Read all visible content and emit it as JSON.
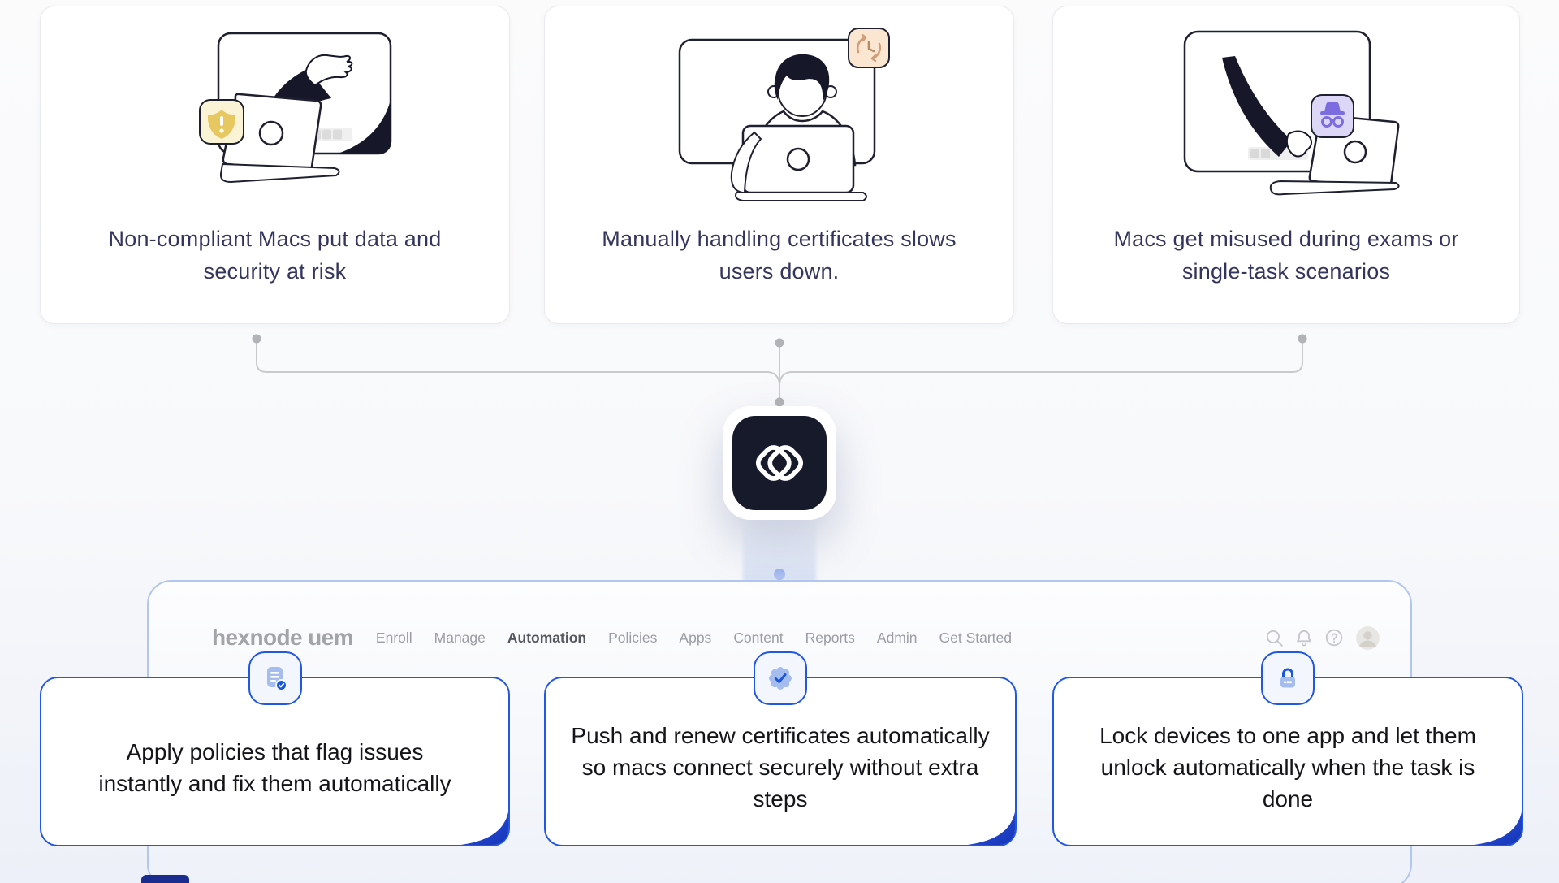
{
  "colors": {
    "accent_blue": "#2256e4",
    "fold_blue_dark": "#1634b6",
    "check_blue": "#1a56db",
    "icon_light_blue": "#a5bdee",
    "logo_bg": "#171a2b",
    "panel_border": "#b3c6ee",
    "connector_gray": "#c9cacc",
    "title_navy": "#34355e",
    "text_dark": "#141519",
    "warning_yellow": "#e7c75f",
    "warning_badge_bg": "#faf3d6",
    "clock_badge_bg": "#fbe6d2",
    "clock_icon": "#cf9d76",
    "incognito_badge_bg": "#dcd6f7",
    "incognito_purple": "#7b6de0"
  },
  "problem_cards": [
    {
      "icon": "warning-shield-laptop-illustration",
      "title": "Non-compliant Macs put data and security at risk"
    },
    {
      "icon": "person-laptop-history-clock-illustration",
      "title": "Manually handling certificates slows users down."
    },
    {
      "icon": "hand-laptop-incognito-illustration",
      "title": "Macs get misused during exams or single-task scenarios"
    }
  ],
  "logo": {
    "icon": "hexnode-app-logo"
  },
  "browser": {
    "brand": "hexnode uem",
    "nav_items": [
      "Enroll",
      "Manage",
      "Automation",
      "Policies",
      "Apps",
      "Content",
      "Reports",
      "Admin",
      "Get Started"
    ],
    "active_item": "Automation",
    "action_icons": [
      "search-icon",
      "notifications-bell-icon",
      "help-icon",
      "user-avatar"
    ]
  },
  "solution_cards": [
    {
      "icon": "policy-document-check-icon",
      "text": "Apply policies that flag issues instantly and fix them automatically"
    },
    {
      "icon": "certificate-seal-check-icon",
      "text": "Push and renew certificates automatically so macs connect securely without extra steps"
    },
    {
      "icon": "lock-icon",
      "text": "Lock devices to one app and let them unlock automatically when the task is done"
    }
  ]
}
